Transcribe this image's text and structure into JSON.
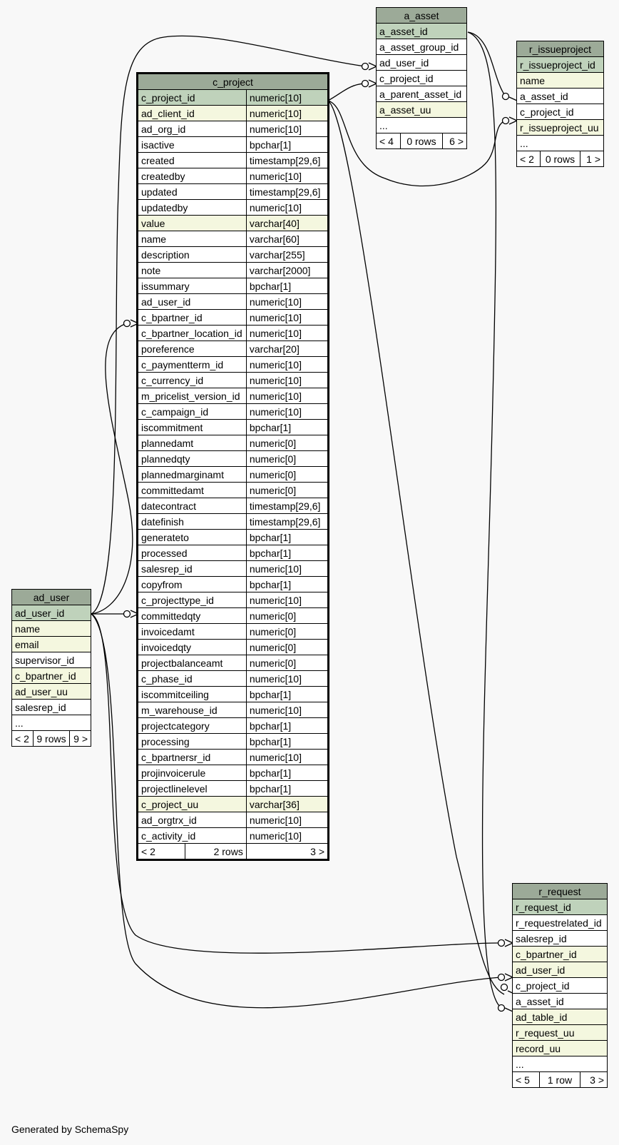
{
  "footer": "Generated by SchemaSpy",
  "tables": {
    "a_asset": {
      "title": "a_asset",
      "columns": [
        {
          "name": "a_asset_id",
          "kind": "pk"
        },
        {
          "name": "a_asset_group_id",
          "kind": ""
        },
        {
          "name": "ad_user_id",
          "kind": ""
        },
        {
          "name": "c_project_id",
          "kind": ""
        },
        {
          "name": "a_parent_asset_id",
          "kind": ""
        },
        {
          "name": "a_asset_uu",
          "kind": "idx"
        },
        {
          "name": "...",
          "kind": ""
        }
      ],
      "footer": {
        "parents": "< 4",
        "rows": "0 rows",
        "children": "6 >"
      }
    },
    "r_issueproject": {
      "title": "r_issueproject",
      "columns": [
        {
          "name": "r_issueproject_id",
          "kind": "pk"
        },
        {
          "name": "name",
          "kind": "idx"
        },
        {
          "name": "a_asset_id",
          "kind": ""
        },
        {
          "name": "c_project_id",
          "kind": ""
        },
        {
          "name": "r_issueproject_uu",
          "kind": "idx"
        },
        {
          "name": "...",
          "kind": ""
        }
      ],
      "footer": {
        "parents": "< 2",
        "rows": "0 rows",
        "children": "1 >"
      }
    },
    "c_project": {
      "title": "c_project",
      "columns": [
        {
          "name": "c_project_id",
          "type": "numeric[10]",
          "kind": "pk"
        },
        {
          "name": "ad_client_id",
          "type": "numeric[10]",
          "kind": "idx"
        },
        {
          "name": "ad_org_id",
          "type": "numeric[10]",
          "kind": ""
        },
        {
          "name": "isactive",
          "type": "bpchar[1]",
          "kind": ""
        },
        {
          "name": "created",
          "type": "timestamp[29,6]",
          "kind": ""
        },
        {
          "name": "createdby",
          "type": "numeric[10]",
          "kind": ""
        },
        {
          "name": "updated",
          "type": "timestamp[29,6]",
          "kind": ""
        },
        {
          "name": "updatedby",
          "type": "numeric[10]",
          "kind": ""
        },
        {
          "name": "value",
          "type": "varchar[40]",
          "kind": "idx"
        },
        {
          "name": "name",
          "type": "varchar[60]",
          "kind": ""
        },
        {
          "name": "description",
          "type": "varchar[255]",
          "kind": ""
        },
        {
          "name": "note",
          "type": "varchar[2000]",
          "kind": ""
        },
        {
          "name": "issummary",
          "type": "bpchar[1]",
          "kind": ""
        },
        {
          "name": "ad_user_id",
          "type": "numeric[10]",
          "kind": ""
        },
        {
          "name": "c_bpartner_id",
          "type": "numeric[10]",
          "kind": ""
        },
        {
          "name": "c_bpartner_location_id",
          "type": "numeric[10]",
          "kind": ""
        },
        {
          "name": "poreference",
          "type": "varchar[20]",
          "kind": ""
        },
        {
          "name": "c_paymentterm_id",
          "type": "numeric[10]",
          "kind": ""
        },
        {
          "name": "c_currency_id",
          "type": "numeric[10]",
          "kind": ""
        },
        {
          "name": "m_pricelist_version_id",
          "type": "numeric[10]",
          "kind": ""
        },
        {
          "name": "c_campaign_id",
          "type": "numeric[10]",
          "kind": ""
        },
        {
          "name": "iscommitment",
          "type": "bpchar[1]",
          "kind": ""
        },
        {
          "name": "plannedamt",
          "type": "numeric[0]",
          "kind": ""
        },
        {
          "name": "plannedqty",
          "type": "numeric[0]",
          "kind": ""
        },
        {
          "name": "plannedmarginamt",
          "type": "numeric[0]",
          "kind": ""
        },
        {
          "name": "committedamt",
          "type": "numeric[0]",
          "kind": ""
        },
        {
          "name": "datecontract",
          "type": "timestamp[29,6]",
          "kind": ""
        },
        {
          "name": "datefinish",
          "type": "timestamp[29,6]",
          "kind": ""
        },
        {
          "name": "generateto",
          "type": "bpchar[1]",
          "kind": ""
        },
        {
          "name": "processed",
          "type": "bpchar[1]",
          "kind": ""
        },
        {
          "name": "salesrep_id",
          "type": "numeric[10]",
          "kind": ""
        },
        {
          "name": "copyfrom",
          "type": "bpchar[1]",
          "kind": ""
        },
        {
          "name": "c_projecttype_id",
          "type": "numeric[10]",
          "kind": ""
        },
        {
          "name": "committedqty",
          "type": "numeric[0]",
          "kind": ""
        },
        {
          "name": "invoicedamt",
          "type": "numeric[0]",
          "kind": ""
        },
        {
          "name": "invoicedqty",
          "type": "numeric[0]",
          "kind": ""
        },
        {
          "name": "projectbalanceamt",
          "type": "numeric[0]",
          "kind": ""
        },
        {
          "name": "c_phase_id",
          "type": "numeric[10]",
          "kind": ""
        },
        {
          "name": "iscommitceiling",
          "type": "bpchar[1]",
          "kind": ""
        },
        {
          "name": "m_warehouse_id",
          "type": "numeric[10]",
          "kind": ""
        },
        {
          "name": "projectcategory",
          "type": "bpchar[1]",
          "kind": ""
        },
        {
          "name": "processing",
          "type": "bpchar[1]",
          "kind": ""
        },
        {
          "name": "c_bpartnersr_id",
          "type": "numeric[10]",
          "kind": ""
        },
        {
          "name": "projinvoicerule",
          "type": "bpchar[1]",
          "kind": ""
        },
        {
          "name": "projectlinelevel",
          "type": "bpchar[1]",
          "kind": ""
        },
        {
          "name": "c_project_uu",
          "type": "varchar[36]",
          "kind": "idx"
        },
        {
          "name": "ad_orgtrx_id",
          "type": "numeric[10]",
          "kind": ""
        },
        {
          "name": "c_activity_id",
          "type": "numeric[10]",
          "kind": ""
        }
      ],
      "footer": {
        "parents": "< 2",
        "rows": "2 rows",
        "children": "3 >"
      }
    },
    "ad_user": {
      "title": "ad_user",
      "columns": [
        {
          "name": "ad_user_id",
          "kind": "pk"
        },
        {
          "name": "name",
          "kind": "idx"
        },
        {
          "name": "email",
          "kind": "idx"
        },
        {
          "name": "supervisor_id",
          "kind": ""
        },
        {
          "name": "c_bpartner_id",
          "kind": "idx"
        },
        {
          "name": "ad_user_uu",
          "kind": "idx"
        },
        {
          "name": "salesrep_id",
          "kind": ""
        },
        {
          "name": "...",
          "kind": ""
        }
      ],
      "footer": {
        "parents": "< 2",
        "rows": "9 rows",
        "children": "9 >"
      }
    },
    "r_request": {
      "title": "r_request",
      "columns": [
        {
          "name": "r_request_id",
          "kind": "pk"
        },
        {
          "name": "r_requestrelated_id",
          "kind": ""
        },
        {
          "name": "salesrep_id",
          "kind": ""
        },
        {
          "name": "c_bpartner_id",
          "kind": "idx"
        },
        {
          "name": "ad_user_id",
          "kind": "idx"
        },
        {
          "name": "c_project_id",
          "kind": ""
        },
        {
          "name": "a_asset_id",
          "kind": ""
        },
        {
          "name": "ad_table_id",
          "kind": "idx"
        },
        {
          "name": "r_request_uu",
          "kind": "idx"
        },
        {
          "name": "record_uu",
          "kind": "idx"
        },
        {
          "name": "...",
          "kind": ""
        }
      ],
      "footer": {
        "parents": "< 5",
        "rows": "1 row",
        "children": "3 >"
      }
    }
  }
}
